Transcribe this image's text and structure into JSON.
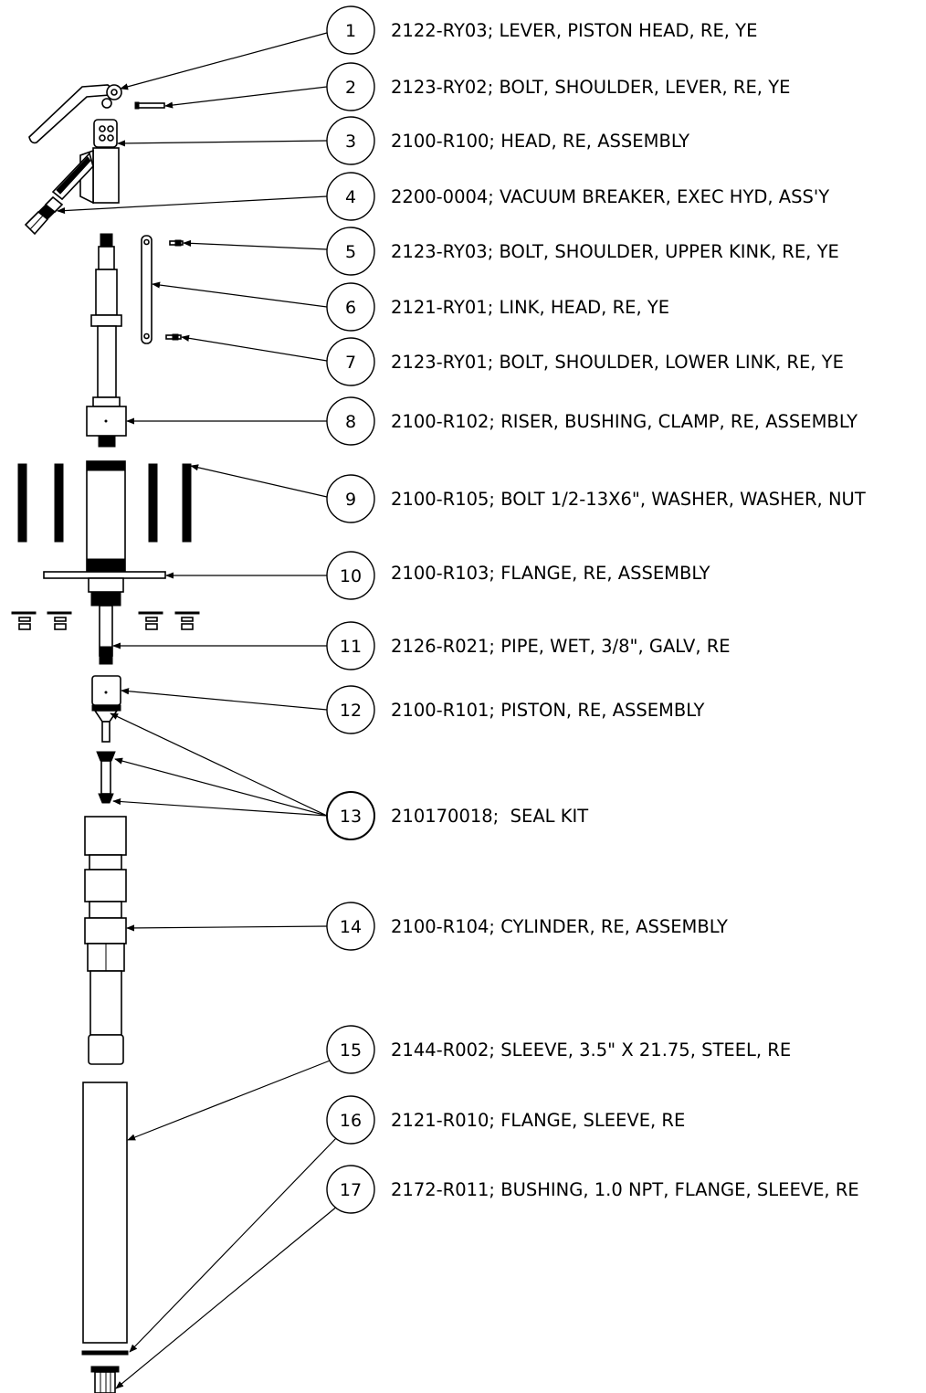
{
  "parts": [
    {
      "num": "1",
      "text": "2122-RY03; LEVER, PISTON HEAD, RE, YE"
    },
    {
      "num": "2",
      "text": "2123-RY02; BOLT, SHOULDER, LEVER, RE, YE"
    },
    {
      "num": "3",
      "text": "2100-R100; HEAD, RE, ASSEMBLY"
    },
    {
      "num": "4",
      "text": "2200-0004; VACUUM BREAKER, EXEC HYD, ASS'Y"
    },
    {
      "num": "5",
      "text": "2123-RY03; BOLT, SHOULDER, UPPER KINK, RE, YE"
    },
    {
      "num": "6",
      "text": "2121-RY01; LINK, HEAD, RE, YE"
    },
    {
      "num": "7",
      "text": "2123-RY01; BOLT, SHOULDER, LOWER LINK, RE, YE"
    },
    {
      "num": "8",
      "text": "2100-R102; RISER, BUSHING, CLAMP, RE, ASSEMBLY"
    },
    {
      "num": "9",
      "text": "2100-R105; BOLT 1/2-13X6\", WASHER, WASHER, NUT"
    },
    {
      "num": "10",
      "text": "2100-R103; FLANGE, RE, ASSEMBLY"
    },
    {
      "num": "11",
      "text": "2126-R021; PIPE, WET, 3/8\", GALV, RE"
    },
    {
      "num": "12",
      "text": "2100-R101; PISTON, RE, ASSEMBLY"
    },
    {
      "num": "13",
      "text": "210170018;  SEAL KIT"
    },
    {
      "num": "14",
      "text": "2100-R104; CYLINDER, RE, ASSEMBLY"
    },
    {
      "num": "15",
      "text": "2144-R002; SLEEVE, 3.5\" X 21.75, STEEL, RE"
    },
    {
      "num": "16",
      "text": "2121-R010; FLANGE, SLEEVE, RE"
    },
    {
      "num": "17",
      "text": "2172-R011; BUSHING, 1.0 NPT, FLANGE, SLEEVE, RE"
    }
  ]
}
